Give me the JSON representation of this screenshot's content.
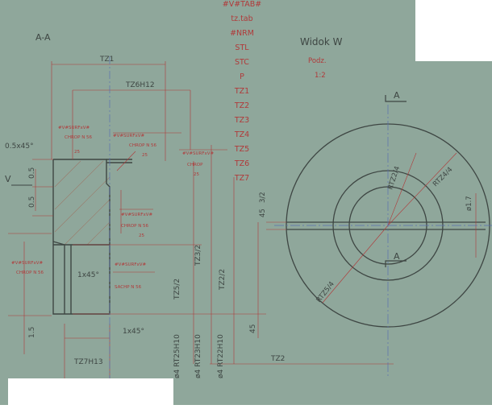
{
  "section_label": "A-A",
  "view": {
    "title": "Widok W",
    "scale_label": "Podz.",
    "scale_value": "1:2"
  },
  "param_list": [
    "#V#TAB#",
    "tz.tab",
    "#NRM",
    "STL",
    "STC",
    "P",
    "TZ1",
    "TZ2",
    "TZ3",
    "TZ4",
    "TZ5",
    "TZ6",
    "TZ7"
  ],
  "section_marks": {
    "top": "A",
    "bottom": "A"
  },
  "view_arrow": "V",
  "dimensions": {
    "top_width": "TZ1",
    "bore_fit": "TZ6H12",
    "chamfer_top": "0.5x45°",
    "chamfer_mid": "1x45°",
    "chamfer_bot": "1x45°",
    "left_small_a": "0.5",
    "left_small_b": "0.5",
    "left_bottom": "1.5",
    "bottom_fit": "TZ7H13",
    "vert_tz5": "TZ5/2",
    "vert_tz3": "TZ3/2",
    "vert_tz2": "TZ2/2",
    "vert_45": "45",
    "phi_bore": "ø4 RT25H10",
    "phi_mid": "ø4 RT23H10",
    "phi_outer": "ø4 RT22H10",
    "bottom_tz2": "TZ2",
    "view_r_inner": "RTZ2/4",
    "view_r_outer": "RTZ4/4",
    "view_r_small": "RTZ5/4",
    "view_gap_left": "45",
    "view_gap_left2": "3/2",
    "view_right": "ø1.7"
  },
  "roughness_callouts": [
    {
      "key": "top_left",
      "symbol": "#V#SURFxV#",
      "note": "CHROP N 56",
      "value": "25"
    },
    {
      "key": "top_mid",
      "symbol": "#V#SURFxV#",
      "note": "CHROP N 56",
      "value": "25"
    },
    {
      "key": "top_right",
      "symbol": "#V#SURFxV#",
      "note": "CHROP",
      "value": "25"
    },
    {
      "key": "middle",
      "symbol": "#V#SURFxV#",
      "note": "CHROP N 56",
      "value": "25"
    },
    {
      "key": "left",
      "symbol": "#V#SURFxV#",
      "note": "CHROP N 56",
      "value": ""
    },
    {
      "key": "bore",
      "symbol": "#V#SURFxV#",
      "note": "SACHP N 56",
      "value": ""
    }
  ],
  "colors": {
    "background": "#8fa79b",
    "outline": "#3e4643",
    "dimension": "#b03a3a",
    "center": "#5a6fae",
    "hatch": "#9a7a6a",
    "paper": "#ffffff"
  }
}
